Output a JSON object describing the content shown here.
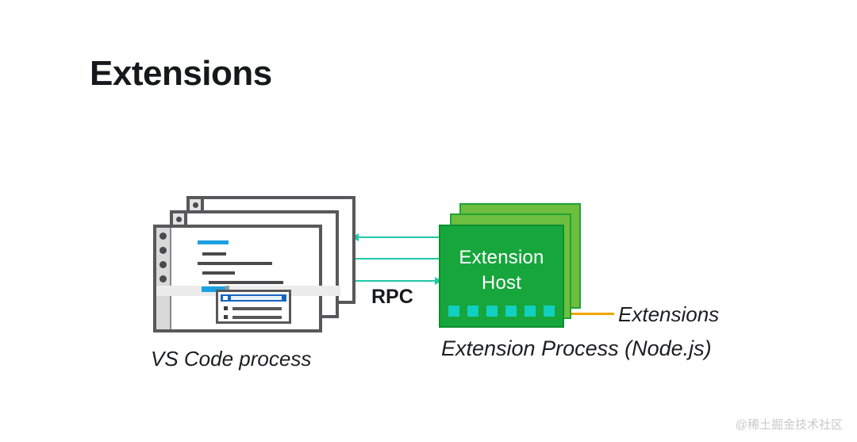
{
  "slide": {
    "title": "Extensions",
    "background_color": "#ffffff"
  },
  "diagram": {
    "type": "architecture-diagram",
    "vs_code_process": {
      "caption": "VS Code process",
      "window_count": 3,
      "frame_color": "#58585a",
      "sidebar_color": "#d9d9d9",
      "accent_color": "#1e9fe0",
      "popup": {
        "selected_row_color": "#1565c0",
        "row_count": 3
      }
    },
    "extension_process": {
      "caption": "Extension Process (Node.js)",
      "host_label_line1": "Extension",
      "host_label_line2": "Host",
      "card_count": 3,
      "front_card_color": "#16a63c",
      "back_card_color": "#6ebe3f",
      "chip_color": "#12d0c0",
      "chip_count": 6
    },
    "rpc": {
      "label": "RPC",
      "arrow_color": "#1ec9a6",
      "arrows": [
        {
          "direction": "left",
          "from": "extension-host",
          "to": "vs-code"
        },
        {
          "direction": "left",
          "from": "extension-host",
          "to": "vs-code"
        },
        {
          "direction": "right",
          "from": "vs-code",
          "to": "extension-host"
        }
      ]
    },
    "annotation": {
      "label": "Extensions",
      "arrow_color": "#f3a400",
      "points_to": "extension-host-chips"
    }
  },
  "watermark": {
    "text": "@稀土掘金技术社区",
    "color": "#c9c9c9"
  }
}
